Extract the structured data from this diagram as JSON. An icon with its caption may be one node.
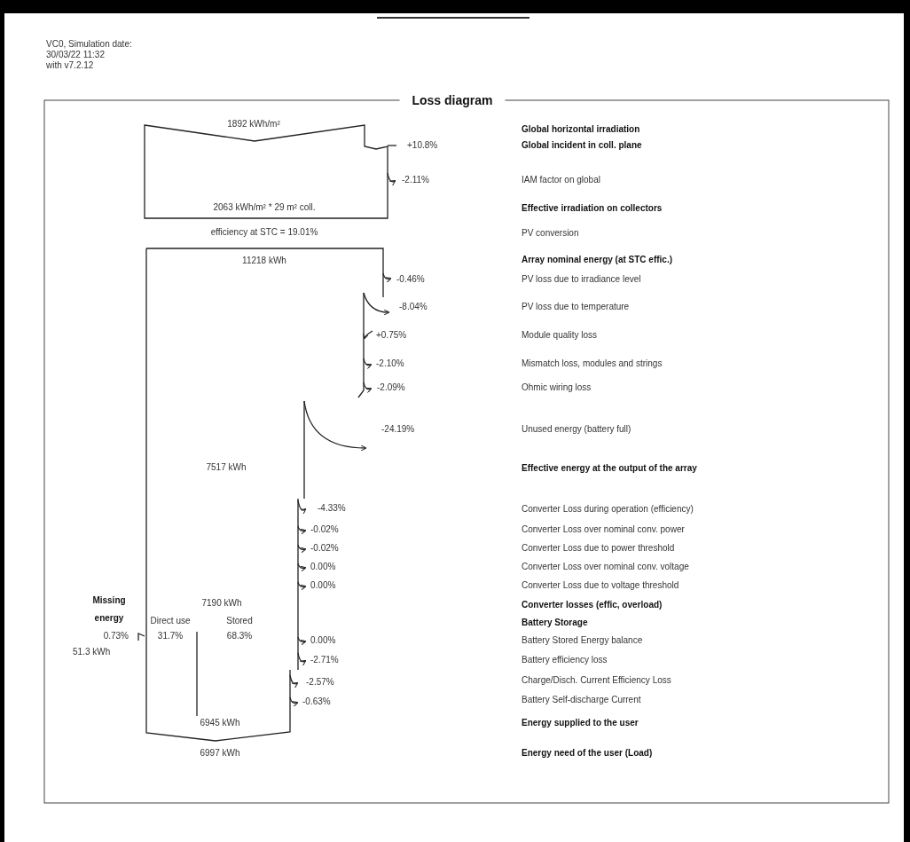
{
  "diagram": {
    "title": "Loss diagram",
    "labels": [
      "VC0, Simulation date:",
      "30/03/22 11:32",
      "with v7.2.12",
      "1892 kWh/m²",
      "Global horizontal irradiation",
      "+10.8%",
      "Global incident in coll. plane",
      "-2.11%",
      "IAM factor on global",
      "2063 kWh/m² * 29 m² coll.",
      "Effective irradiation on collectors",
      "efficiency at STC = 19.01%",
      "PV conversion",
      "11218 kWh",
      "Array nominal energy (at STC effic.)",
      "-0.46%",
      "PV loss due to irradiance level",
      "-8.04%",
      "PV loss due to temperature",
      "+0.75%",
      "Module quality loss",
      "-2.10%",
      "Mismatch loss, modules and strings",
      "-2.09%",
      "Ohmic wiring loss",
      "-24.19%",
      "Unused energy (battery full)",
      "7517 kWh",
      "Effective energy at the output of the array",
      "-4.33%",
      "Converter Loss during operation (efficiency)",
      "-0.02%",
      "Converter Loss over nominal conv. power",
      "-0.02%",
      "Converter Loss due to power threshold",
      "0.00%",
      "Converter Loss over nominal conv. voltage",
      "0.00%",
      "Converter Loss due to voltage threshold",
      "Missing energy",
      "7190 kWh",
      "Converter losses (effic, overload)",
      "Direct use",
      "Stored",
      "Battery Storage",
      "0.73%",
      "31.7%",
      "68.3%",
      "0.00%",
      "Battery Stored Energy balance",
      "51.3 kWh",
      "-2.71%",
      "Battery efficiency loss",
      "-2.57%",
      "Charge/Disch. Current Efficiency Loss",
      "-0.63%",
      "Battery Self-discharge Current",
      "6945 kWh",
      "Energy supplied to the user",
      "6997 kWh",
      "Energy need of the user (Load)"
    ]
  }
}
